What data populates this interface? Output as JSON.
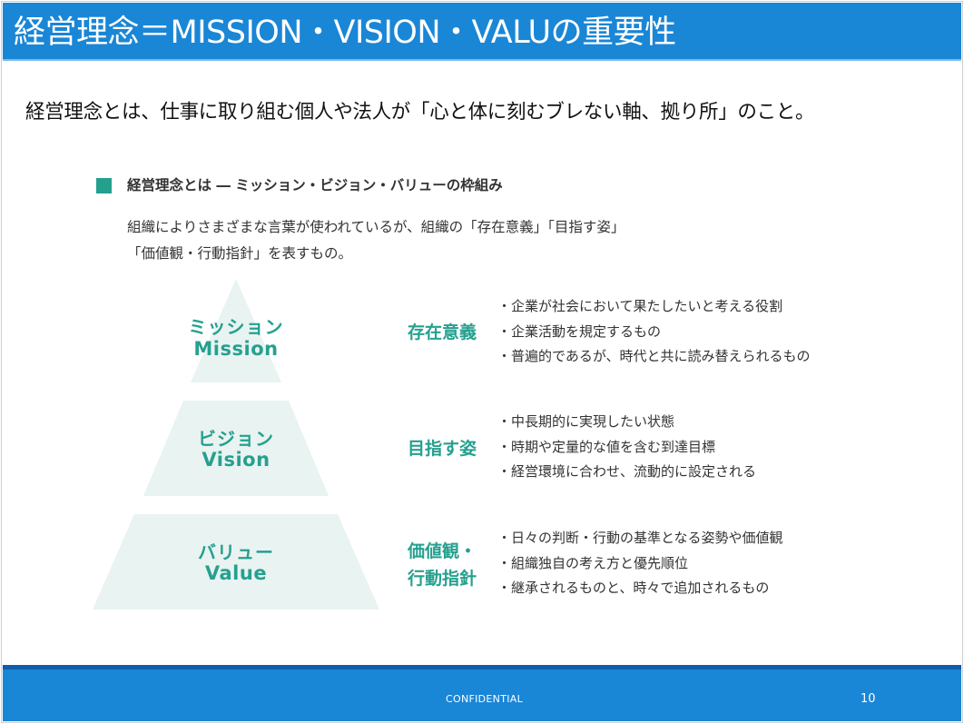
{
  "header": {
    "title": "経営理念＝MISSION・VISION・VALUの重要性"
  },
  "lead": "経営理念とは、仕事に取り組む個人や法人が「心と体に刻むブレない軸、拠り所」のこと。",
  "section": {
    "title": "経営理念とは ― ミッション・ビジョン・バリューの枠組み",
    "desc_lines": [
      "組織によりさまざまな言葉が使われているが、組織の「存在意義」「目指す姿」",
      "「価値観・行動指針」を表すもの。"
    ]
  },
  "tiers": [
    {
      "jp": "ミッション",
      "en": "Mission",
      "category_lines": [
        "存在意義"
      ],
      "bullets": [
        "・企業が社会において果たしたいと考える役割",
        "・企業活動を規定するもの",
        "・普遍的であるが、時代と共に読み替えられるもの"
      ]
    },
    {
      "jp": "ビジョン",
      "en": "Vision",
      "category_lines": [
        "目指す姿"
      ],
      "bullets": [
        "・中長期的に実現したい状態",
        "・時期や定量的な値を含む到達目標",
        "・経営環境に合わせ、流動的に設定される"
      ]
    },
    {
      "jp": "バリュー",
      "en": "Value",
      "category_lines": [
        "価値観・",
        "行動指針"
      ],
      "bullets": [
        "・日々の判断・行動の基準となる姿勢や価値観",
        "・組織独自の考え方と優先順位",
        "・継承されるものと、時々で追加されるもの"
      ]
    }
  ],
  "footer": {
    "confidential": "CONFIDENTIAL",
    "page_number": "10"
  },
  "colors": {
    "header_blue": "#1a86d6",
    "accent_teal": "#26a08f",
    "pyramid_fill": "#e9f3f1"
  }
}
